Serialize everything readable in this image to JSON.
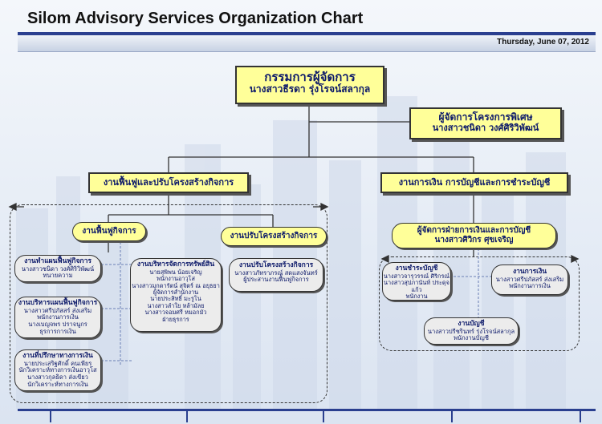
{
  "header": {
    "title": "Silom Advisory Services Organization Chart",
    "date": "Thursday, June 07, 2012"
  },
  "colors": {
    "box_fill": "#ffff99",
    "gray_fill": "#ececec",
    "text": "#0d1a6a",
    "bar": "#2a3f8f"
  },
  "nodes": {
    "ceo": {
      "title": "กรรมการผู้จัดการ",
      "name": "นางสาวธีรดา รุ่งโรจน์สลากุล"
    },
    "special": {
      "title": "ผู้จัดการโครงการพิเศษ",
      "name": "นางสาวชนิดา วงศ์ศิริวิพัฒน์"
    },
    "restructure_dept": {
      "title": "งานฟื้นฟูและปรับโครงสร้างกิจการ"
    },
    "finance_dept": {
      "title": "งานการเงิน การบัญชีและการชำระบัญชี"
    },
    "rehab": {
      "title": "งานฟื้นฟูกิจการ"
    },
    "restructure": {
      "title": "งานปรับโครงสร้างกิจการ"
    },
    "finance_mgr": {
      "title": "ผู้จัดการฝ่ายการเงินและการบัญชี",
      "name": "นางสาวศิวิกร ศุขเจริญ"
    },
    "plan_make": {
      "title": "งานทำแผนฟื้นฟูกิจการ",
      "lines": [
        "นางสาวชนิดา วงศ์ศิริวิพัฒน์",
        "ทนายความ"
      ]
    },
    "plan_admin": {
      "title": "งานบริหารแผนฟื้นฟูกิจการ",
      "lines": [
        "นางสาวศรีปภัสสร์ ส่งเสริม",
        "พนักงานการเงิน",
        "นางเบญจพร ปราจนูกร",
        "ธุรการการเงิน"
      ]
    },
    "fin_advice": {
      "title": "งานที่ปรึกษาทางการเงิน",
      "lines": [
        "นายประเสริฐศักดิ์ คนเพียร",
        "นักวิเคราะห์ทางการเงินอาวุโส",
        "นางสาวกุลธิดา ส่งเขียว",
        "นักวิเคราะห์ทางการเงิน"
      ]
    },
    "asset": {
      "title": "งานบริหารจัดการทรัพย์สิน",
      "lines": [
        "นายสุพิพน น้อยเจริญ",
        "พนักงานอาวุโส",
        "นางสาวมุกดารัตน์ สุจิตร์ ณ อยุธยา",
        "ผู้จัดการสำนักงาน",
        "นายประสิทธิ์ มะรูโน",
        "นางสาวลำใย หล้ามัลย",
        "นางสาวจอมศรี หมอกมัว",
        "ฝ่ายธุรการ"
      ]
    },
    "restructure_staff": {
      "title": "งานปรับโครงสร้างกิจการ",
      "lines": [
        "นางสาวภัทราภรณ์ สดแสงจันทร์",
        "ผู้ประสานงานฟื้นฟูกิจการ"
      ]
    },
    "liquidation": {
      "title": "งานชำระบัญชี",
      "lines": [
        "นางสาวจารุวรรณ์ ศิริกรณ์",
        "นางสาวสุปภานันท์ ประดุจแก้ว",
        "พนักงาน"
      ]
    },
    "finance_unit": {
      "title": "งานการเงิน",
      "lines": [
        "นางสาวศรีปภัสสร์ ส่งเสริม",
        "พนักงานการเงิน"
      ]
    },
    "accounting": {
      "title": "งานบัญชี",
      "lines": [
        "นางสาวปรีชรินทร์ รุ่งโรจน์สลากุล",
        "พนักงานบัญชี"
      ]
    }
  }
}
